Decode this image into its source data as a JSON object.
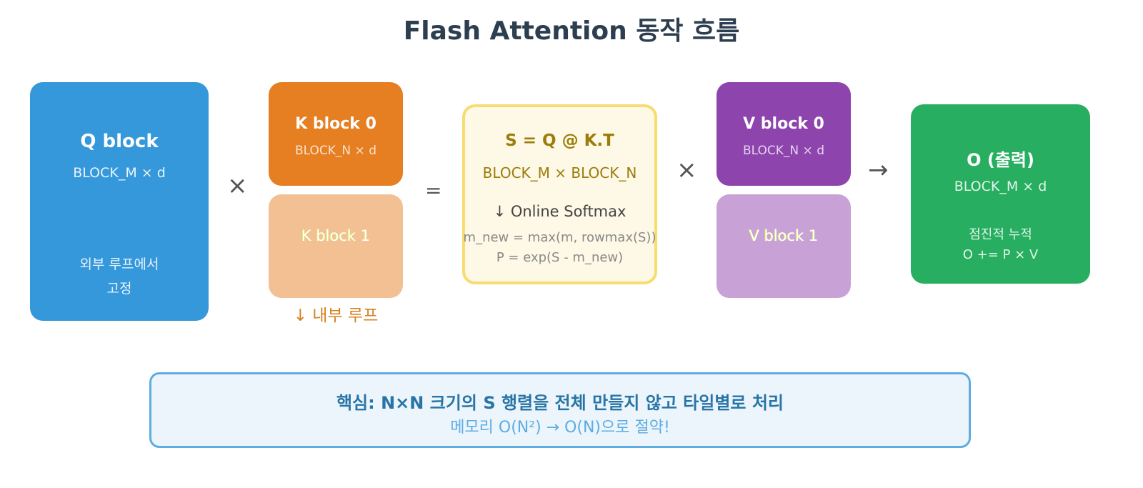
{
  "title": "Flash Attention 동작 흐름",
  "q": {
    "title": "Q block",
    "dim": "BLOCK_M × d",
    "note1": "외부 루프에서",
    "note2": "고정"
  },
  "k0": {
    "title": "K block 0",
    "dim": "BLOCK_N × d"
  },
  "k1": {
    "title": "K block 1"
  },
  "inner_loop": "↓ 내부 루프",
  "s": {
    "title": "S = Q @ K.T",
    "dim": "BLOCK_M × BLOCK_N",
    "softmax": "↓ Online Softmax",
    "eq1": "m_new = max(m, rowmax(S))",
    "eq2": "P = exp(S - m_new)"
  },
  "v0": {
    "title": "V block 0",
    "dim": "BLOCK_N × d"
  },
  "v1": {
    "title": "V block 1"
  },
  "o": {
    "title": "O (출력)",
    "dim": "BLOCK_M × d",
    "note1": "점진적 누적",
    "note2": "O += P × V"
  },
  "ops": {
    "times1": "×",
    "equals": "=",
    "times2": "×",
    "arrow": "→"
  },
  "summary": {
    "line1": "핵심: N×N 크기의 S 행렬을 전체 만들지 않고 타일별로 처리",
    "line2": "메모리 O(N²) → O(N)으로 절약!"
  }
}
